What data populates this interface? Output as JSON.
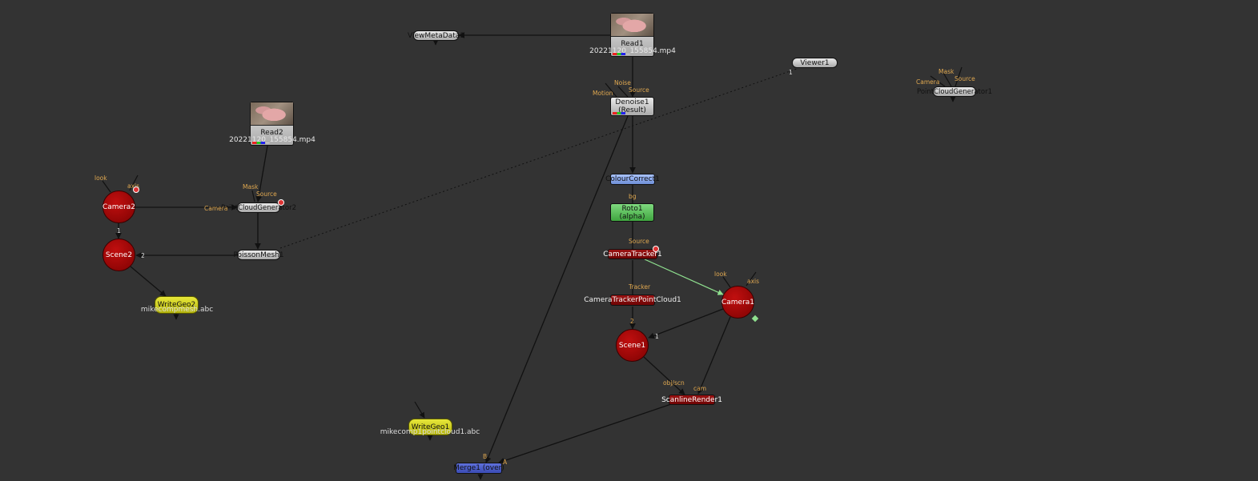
{
  "nodes": {
    "read1": {
      "label": "Read1",
      "file": "20221120_155854.mp4"
    },
    "read2": {
      "label": "Read2",
      "file": "20221120_155854.mp4"
    },
    "view_meta": {
      "label": "ViewMetaData1"
    },
    "viewer1": {
      "label": "Viewer1"
    },
    "denoise1": {
      "label": "Denoise1",
      "sub": "(Result)"
    },
    "colour_correct1": {
      "label": "ColourCorrect1"
    },
    "roto1": {
      "label": "Roto1",
      "sub": "(alpha)"
    },
    "camera_tracker1": {
      "label": "CameraTracker1"
    },
    "ctpc1": {
      "label": "CameraTrackerPointCloud1"
    },
    "camera1": {
      "label": "Camera1"
    },
    "scene1": {
      "label": "Scene1"
    },
    "scanline_render1": {
      "label": "ScanlineRender1"
    },
    "merge1": {
      "label": "Merge1 (over)"
    },
    "writegeo1": {
      "label": "WriteGeo1",
      "file": "mikecomp1pointcloud1.abc"
    },
    "camera2": {
      "label": "Camera2"
    },
    "scene2": {
      "label": "Scene2"
    },
    "pcg2": {
      "label": "PointCloudGenerator2"
    },
    "poisson_mesh1": {
      "label": "PoissonMesh1"
    },
    "writegeo2": {
      "label": "WriteGeo2",
      "file": "mikecompmesh.abc"
    },
    "pcg1": {
      "label": "PointCloudGenerator1"
    }
  },
  "ports": {
    "noise": "Noise",
    "motion": "Motion",
    "source": "Source",
    "mask": "Mask",
    "camera": "Camera",
    "bg": "bg",
    "tracker": "Tracker",
    "look": "look",
    "axis": "axis",
    "obj_scn": "obj/scn",
    "cam": "cam",
    "b": "B",
    "a": "A",
    "one": "1",
    "two": "2"
  }
}
